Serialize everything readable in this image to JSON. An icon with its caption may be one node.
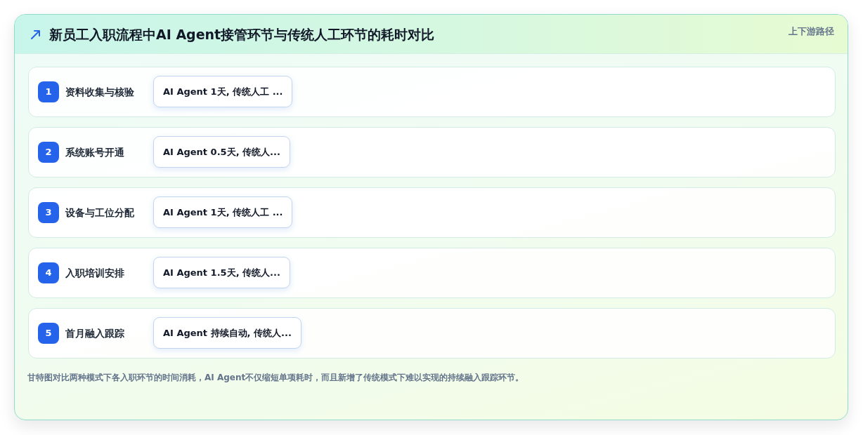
{
  "diagram": {
    "title": "新员工入职流程中AI Agent接管环节与传统人工环节的耗时对比",
    "caption": "甘特图对比两种模式下各入职环节的时间消耗，AI Agent不仅缩短单项耗时，而且新增了传统模式下难以实现的持续融入跟踪环节。",
    "nodes": [
      {
        "text": [
          "资料收集与核验"
        ]
      },
      {
        "text": [
          "1"
        ],
        "in": 0
      },
      {
        "text": [
          "AI Agent 1天, 传统人工 ..."
        ],
        "in": 0
      },
      {
        "text": [
          "系统账号开通"
        ]
      },
      {
        "text": [
          "2"
        ],
        "in": 3
      },
      {
        "text": [
          "AI Agent 0.5天, 传统人..."
        ],
        "in": 3
      },
      {
        "text": [
          "设备与工位分配"
        ]
      },
      {
        "text": [
          "3"
        ],
        "in": 6
      },
      {
        "text": [
          "AI Agent 1天, 传统人工 ..."
        ],
        "in": 6
      },
      {
        "text": [
          "入职培训安排"
        ]
      },
      {
        "text": [
          "4"
        ],
        "in": 9
      },
      {
        "text": [
          "AI Agent 1.5天, 传统人..."
        ],
        "in": 9
      },
      {
        "text": [
          "首月融入跟踪"
        ]
      },
      {
        "text": [
          "5"
        ],
        "in": 12
      },
      {
        "text": [
          "AI Agent 持续自动, 传统人..."
        ],
        "in": 12
      }
    ],
    "labels": [
      "上下游路径"
    ]
  }
}
